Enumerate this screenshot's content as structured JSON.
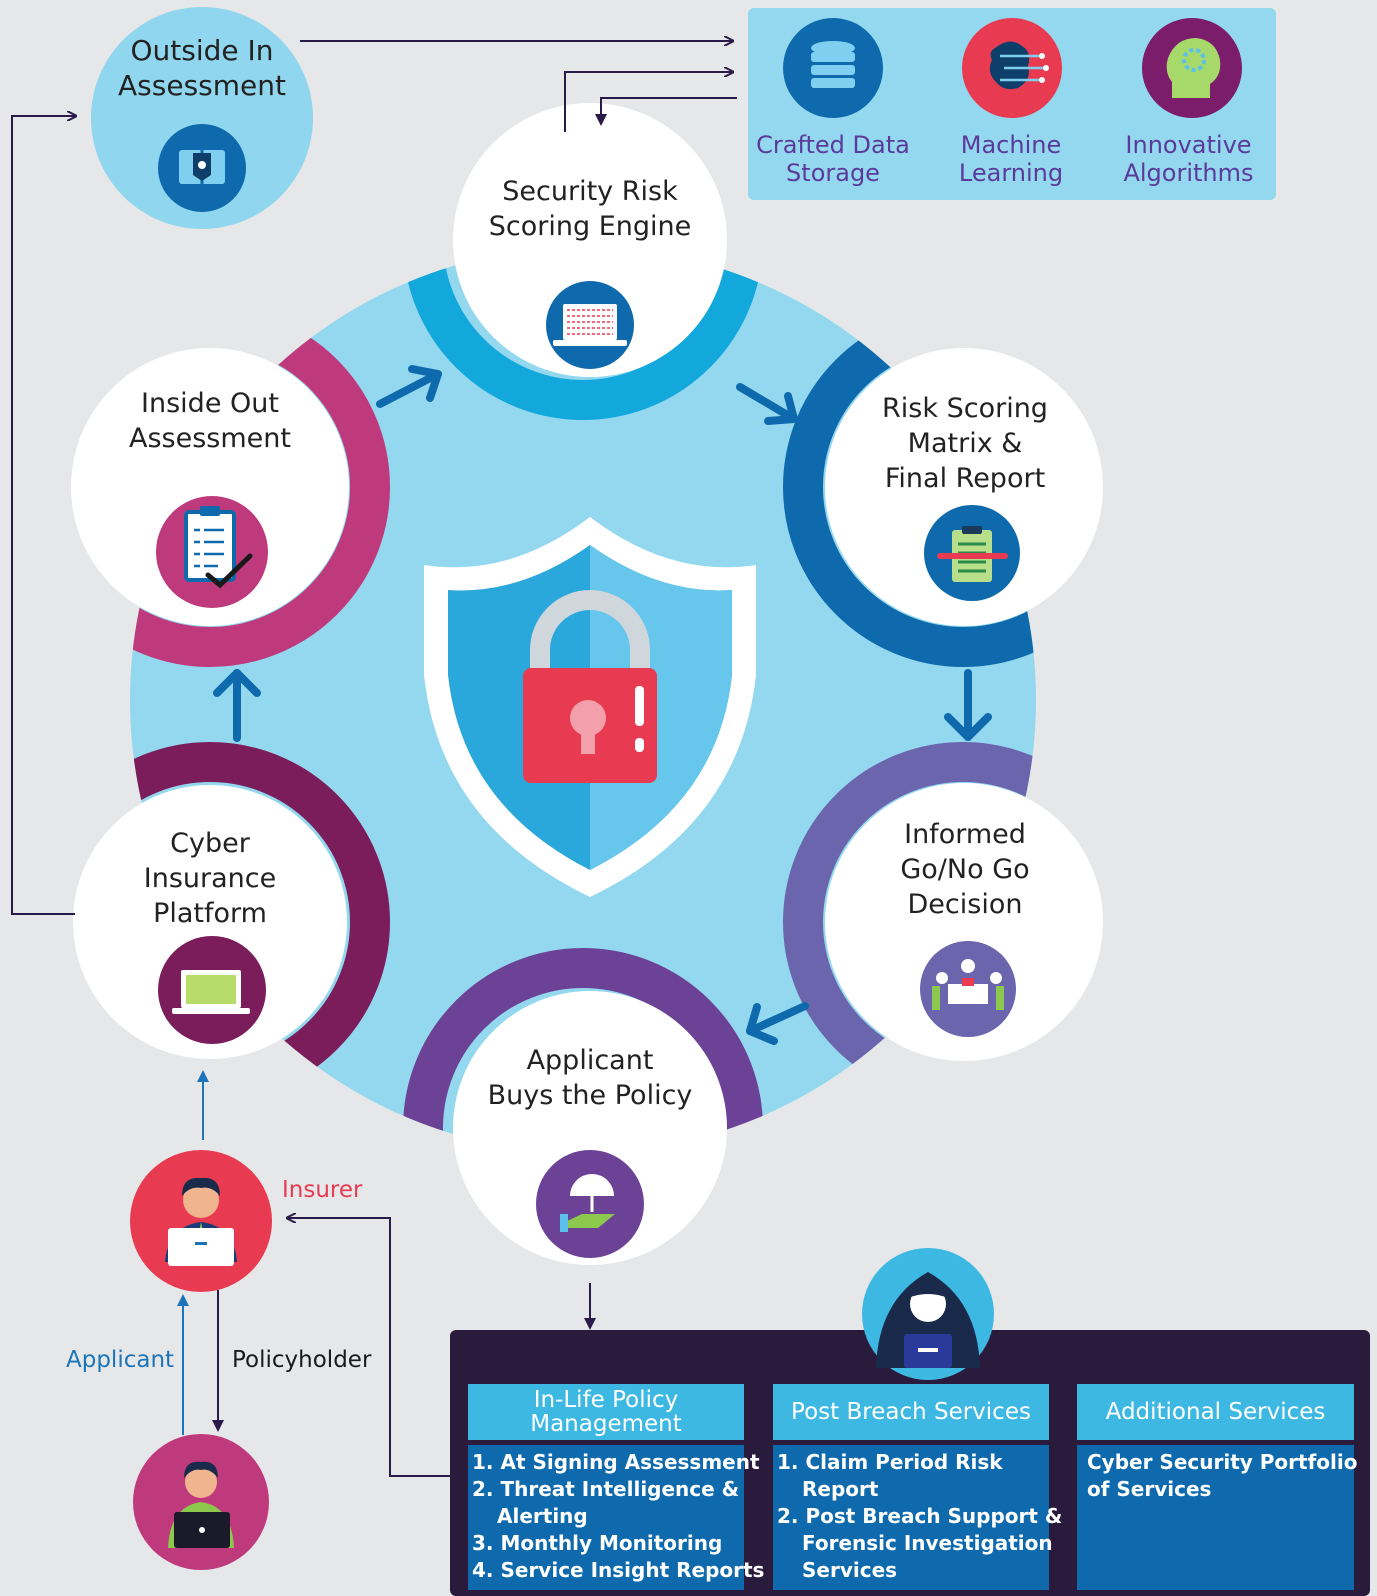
{
  "steps": {
    "outside_in": [
      "Outside In",
      "Assessment"
    ],
    "engine": [
      "Security Risk",
      "Scoring Engine"
    ],
    "risk_matrix": [
      "Risk Scoring",
      "Matrix &",
      "Final Report"
    ],
    "decision": [
      "Informed",
      "Go/No Go",
      "Decision"
    ],
    "buys_policy": [
      "Applicant",
      "Buys the Policy"
    ],
    "platform": [
      "Cyber",
      "Insurance",
      "Platform"
    ],
    "inside_out": [
      "Inside Out",
      "Assessment"
    ]
  },
  "tech": [
    [
      "Crafted Data",
      "Storage"
    ],
    [
      "Machine",
      "Learning"
    ],
    [
      "Innovative",
      "Algorithms"
    ]
  ],
  "roles": {
    "insurer": "Insurer",
    "applicant": "Applicant",
    "policyholder": "Policyholder"
  },
  "services": {
    "in_life": {
      "heading": [
        "In-Life Policy",
        "Management"
      ],
      "items": [
        "1. At Signing Assessment",
        "2. Threat Intelligence &",
        "Alerting",
        "3. Monthly Monitoring",
        "4. Service Insight Reports"
      ]
    },
    "post_breach": {
      "heading": "Post Breach Services",
      "items": [
        "1. Claim Period Risk",
        "Report",
        "2. Post Breach Support &",
        "Forensic Investigation",
        "Services"
      ]
    },
    "additional": {
      "heading": "Additional  Services",
      "items": [
        "Cyber Security Portfolio",
        "of Services"
      ]
    }
  },
  "colors": {
    "background": "#e6e7e8",
    "hub": "#94d8ef",
    "arrow": "#0e6aad",
    "line": "#2a1a4a",
    "engine_ring": "#13a8dc",
    "matrix_ring": "#0e6aad",
    "decision_ring": "#6b65ad",
    "buys_ring": "#6c4296",
    "platform_ring": "#7b1d5a",
    "inside_ring": "#bf3a7d",
    "insurer": "#e83a50",
    "applicant": "#1c75b8",
    "services_panel": "#2a1b3d"
  },
  "icons": [
    "folder-lock-icon",
    "laptop-code-icon",
    "clipboard-report-icon",
    "meeting-icon",
    "umbrella-hand-icon",
    "laptop-icon",
    "clipboard-check-icon",
    "database-icon",
    "brain-circuit-icon",
    "head-gear-icon",
    "shield-lock-icon",
    "user-laptop-icon",
    "hacker-icon"
  ]
}
